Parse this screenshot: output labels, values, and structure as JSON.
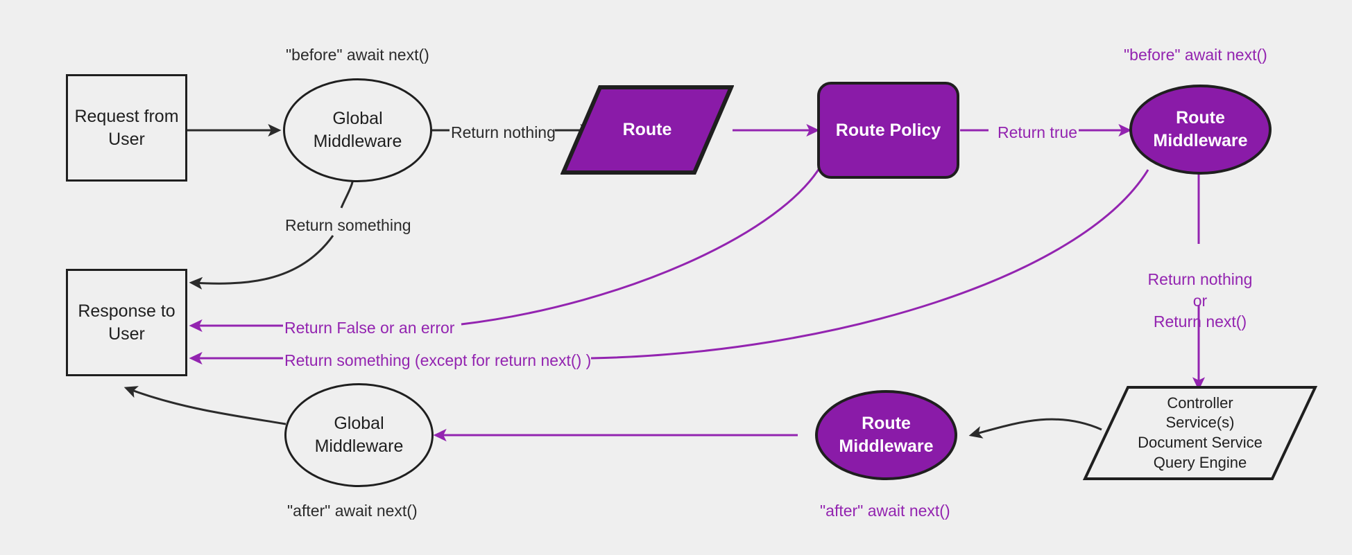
{
  "diagram": {
    "title": "Request / Middleware lifecycle flow",
    "background_color": "#efefef",
    "accent_purple": "#8A1BA8",
    "line_purple": "#9324B0",
    "line_dark": "#2b2b2b"
  },
  "nodes": {
    "request_from_user": {
      "label": "Request from\nUser",
      "shape": "rectangle",
      "fill": "#efefef"
    },
    "global_middleware_top": {
      "label": "Global\nMiddleware",
      "shape": "ellipse",
      "fill": "#efefef"
    },
    "route": {
      "label": "Route",
      "shape": "parallelogram",
      "fill": "#8A1BA8"
    },
    "route_policy": {
      "label": "Route Policy",
      "shape": "rounded-rectangle",
      "fill": "#8A1BA8"
    },
    "route_middleware_top": {
      "label": "Route\nMiddleware",
      "shape": "ellipse",
      "fill": "#8A1BA8"
    },
    "controller_stack": {
      "label": "Controller\nService(s)\nDocument Service\nQuery Engine",
      "shape": "parallelogram",
      "fill": "#efefef"
    },
    "route_middleware_bottom": {
      "label": "Route\nMiddleware",
      "shape": "ellipse",
      "fill": "#8A1BA8"
    },
    "global_middleware_bottom": {
      "label": "Global\nMiddleware",
      "shape": "ellipse",
      "fill": "#efefef"
    },
    "response_to_user": {
      "label": "Response to\nUser",
      "shape": "rectangle",
      "fill": "#efefef"
    }
  },
  "annotations": {
    "before_await_next_global": "\"before\" await next()",
    "before_await_next_route": "\"before\" await next()",
    "after_await_next_global": "\"after\" await next()",
    "after_await_next_route": "\"after\" await next()"
  },
  "edge_labels": {
    "return_nothing": "Return nothing",
    "return_something": "Return something",
    "return_true": "Return true",
    "return_false_or_error": "Return False or an error",
    "return_something_except": "Return something (except for return next() )",
    "return_nothing_or_next": "Return nothing\nor\nReturn next()"
  }
}
